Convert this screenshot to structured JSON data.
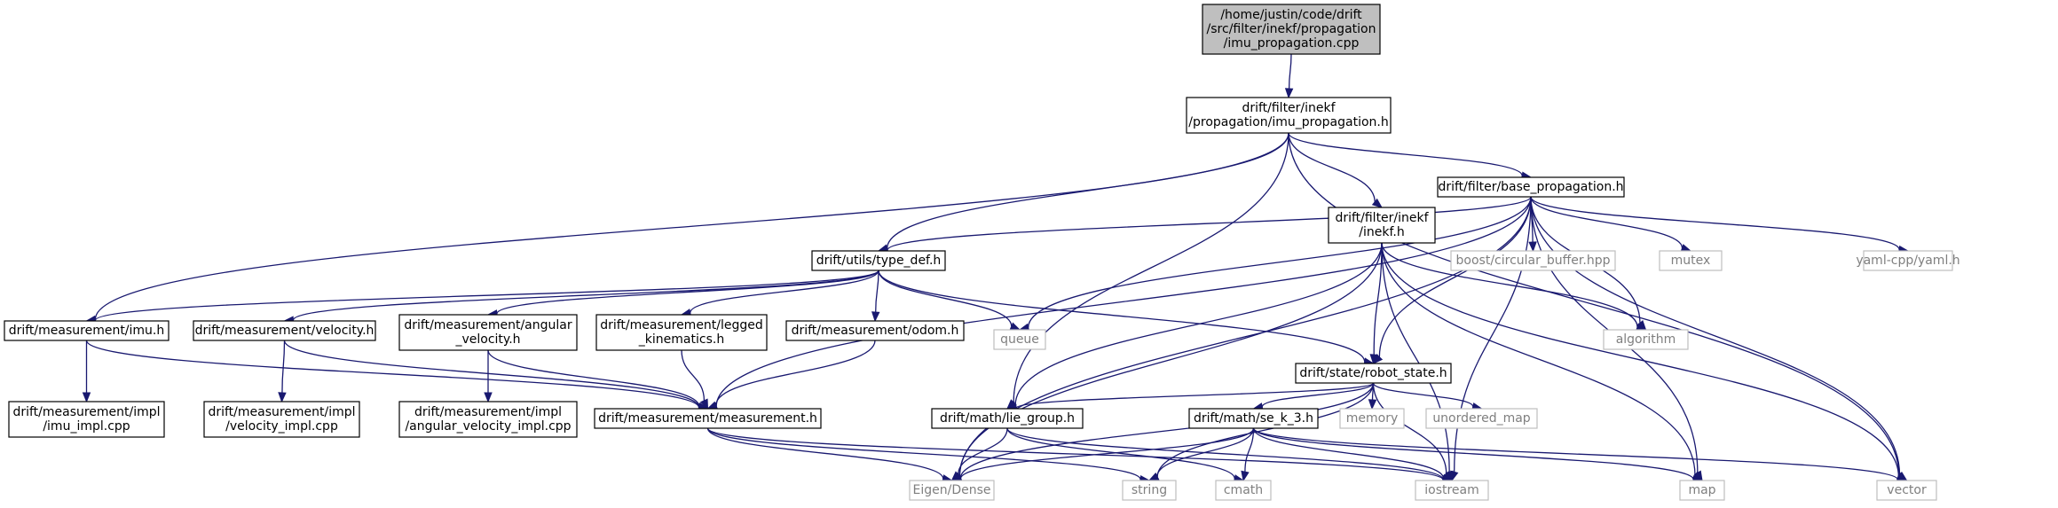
{
  "colors": {
    "edge": "#191970",
    "root_fill": "#bfbfbf",
    "node_border": "#000000",
    "external_border": "#bfbfbf",
    "external_text": "#7f7f7f"
  },
  "nodes": [
    {
      "id": "root",
      "lines": [
        "/home/justin/code/drift",
        "/src/filter/inekf/propagation",
        "/imu_propagation.cpp"
      ],
      "kind": "root"
    },
    {
      "id": "imu_prop_h",
      "lines": [
        "drift/filter/inekf",
        "/propagation/imu_propagation.h"
      ],
      "kind": "file"
    },
    {
      "id": "base_prop_h",
      "lines": [
        "drift/filter/base_propagation.h"
      ],
      "kind": "file"
    },
    {
      "id": "type_def_h",
      "lines": [
        "drift/utils/type_def.h"
      ],
      "kind": "file"
    },
    {
      "id": "inekf_h",
      "lines": [
        "drift/filter/inekf",
        "/inekf.h"
      ],
      "kind": "file"
    },
    {
      "id": "boost_cb",
      "lines": [
        "boost/circular_buffer.hpp"
      ],
      "kind": "external"
    },
    {
      "id": "mutex",
      "lines": [
        "mutex"
      ],
      "kind": "external"
    },
    {
      "id": "yaml",
      "lines": [
        "yaml-cpp/yaml.h"
      ],
      "kind": "external"
    },
    {
      "id": "imu_h",
      "lines": [
        "drift/measurement/imu.h"
      ],
      "kind": "file"
    },
    {
      "id": "velocity_h",
      "lines": [
        "drift/measurement/velocity.h"
      ],
      "kind": "file"
    },
    {
      "id": "ang_vel_h",
      "lines": [
        "drift/measurement/angular",
        "_velocity.h"
      ],
      "kind": "file"
    },
    {
      "id": "legged_h",
      "lines": [
        "drift/measurement/legged",
        "_kinematics.h"
      ],
      "kind": "file"
    },
    {
      "id": "odom_h",
      "lines": [
        "drift/measurement/odom.h"
      ],
      "kind": "file"
    },
    {
      "id": "queue",
      "lines": [
        "queue"
      ],
      "kind": "external"
    },
    {
      "id": "robot_state_h",
      "lines": [
        "drift/state/robot_state.h"
      ],
      "kind": "file"
    },
    {
      "id": "algorithm",
      "lines": [
        "algorithm"
      ],
      "kind": "external"
    },
    {
      "id": "imu_impl",
      "lines": [
        "drift/measurement/impl",
        "/imu_impl.cpp"
      ],
      "kind": "file"
    },
    {
      "id": "vel_impl",
      "lines": [
        "drift/measurement/impl",
        "/velocity_impl.cpp"
      ],
      "kind": "file"
    },
    {
      "id": "angvel_impl",
      "lines": [
        "drift/measurement/impl",
        "/angular_velocity_impl.cpp"
      ],
      "kind": "file"
    },
    {
      "id": "measurement_h",
      "lines": [
        "drift/measurement/measurement.h"
      ],
      "kind": "file"
    },
    {
      "id": "lie_group_h",
      "lines": [
        "drift/math/lie_group.h"
      ],
      "kind": "file"
    },
    {
      "id": "se_k_3_h",
      "lines": [
        "drift/math/se_k_3.h"
      ],
      "kind": "file"
    },
    {
      "id": "memory",
      "lines": [
        "memory"
      ],
      "kind": "external"
    },
    {
      "id": "unordered_map",
      "lines": [
        "unordered_map"
      ],
      "kind": "external"
    },
    {
      "id": "eigen",
      "lines": [
        "Eigen/Dense"
      ],
      "kind": "external"
    },
    {
      "id": "string",
      "lines": [
        "string"
      ],
      "kind": "external"
    },
    {
      "id": "cmath",
      "lines": [
        "cmath"
      ],
      "kind": "external"
    },
    {
      "id": "iostream",
      "lines": [
        "iostream"
      ],
      "kind": "external"
    },
    {
      "id": "map",
      "lines": [
        "map"
      ],
      "kind": "external"
    },
    {
      "id": "vector",
      "lines": [
        "vector"
      ],
      "kind": "external"
    }
  ],
  "edges": [
    [
      "root",
      "imu_prop_h"
    ],
    [
      "imu_prop_h",
      "base_prop_h"
    ],
    [
      "imu_prop_h",
      "type_def_h"
    ],
    [
      "imu_prop_h",
      "inekf_h"
    ],
    [
      "imu_prop_h",
      "imu_h"
    ],
    [
      "imu_prop_h",
      "lie_group_h"
    ],
    [
      "imu_prop_h",
      "vector"
    ],
    [
      "base_prop_h",
      "type_def_h"
    ],
    [
      "base_prop_h",
      "boost_cb"
    ],
    [
      "base_prop_h",
      "mutex"
    ],
    [
      "base_prop_h",
      "yaml"
    ],
    [
      "base_prop_h",
      "queue"
    ],
    [
      "base_prop_h",
      "algorithm"
    ],
    [
      "base_prop_h",
      "robot_state_h"
    ],
    [
      "base_prop_h",
      "measurement_h"
    ],
    [
      "base_prop_h",
      "eigen"
    ],
    [
      "base_prop_h",
      "iostream"
    ],
    [
      "base_prop_h",
      "map"
    ],
    [
      "base_prop_h",
      "vector"
    ],
    [
      "type_def_h",
      "imu_h"
    ],
    [
      "type_def_h",
      "velocity_h"
    ],
    [
      "type_def_h",
      "ang_vel_h"
    ],
    [
      "type_def_h",
      "legged_h"
    ],
    [
      "type_def_h",
      "odom_h"
    ],
    [
      "type_def_h",
      "queue"
    ],
    [
      "type_def_h",
      "robot_state_h"
    ],
    [
      "inekf_h",
      "robot_state_h"
    ],
    [
      "inekf_h",
      "algorithm"
    ],
    [
      "inekf_h",
      "lie_group_h"
    ],
    [
      "inekf_h",
      "eigen"
    ],
    [
      "inekf_h",
      "iostream"
    ],
    [
      "inekf_h",
      "map"
    ],
    [
      "inekf_h",
      "vector"
    ],
    [
      "imu_h",
      "imu_impl"
    ],
    [
      "imu_h",
      "measurement_h"
    ],
    [
      "velocity_h",
      "vel_impl"
    ],
    [
      "velocity_h",
      "measurement_h"
    ],
    [
      "ang_vel_h",
      "angvel_impl"
    ],
    [
      "ang_vel_h",
      "measurement_h"
    ],
    [
      "legged_h",
      "measurement_h"
    ],
    [
      "odom_h",
      "measurement_h"
    ],
    [
      "robot_state_h",
      "lie_group_h"
    ],
    [
      "robot_state_h",
      "se_k_3_h"
    ],
    [
      "robot_state_h",
      "memory"
    ],
    [
      "robot_state_h",
      "unordered_map"
    ],
    [
      "robot_state_h",
      "eigen"
    ],
    [
      "robot_state_h",
      "string"
    ],
    [
      "robot_state_h",
      "iostream"
    ],
    [
      "measurement_h",
      "eigen"
    ],
    [
      "measurement_h",
      "string"
    ],
    [
      "measurement_h",
      "iostream"
    ],
    [
      "lie_group_h",
      "eigen"
    ],
    [
      "lie_group_h",
      "cmath"
    ],
    [
      "lie_group_h",
      "iostream"
    ],
    [
      "se_k_3_h",
      "eigen"
    ],
    [
      "se_k_3_h",
      "string"
    ],
    [
      "se_k_3_h",
      "cmath"
    ],
    [
      "se_k_3_h",
      "iostream"
    ],
    [
      "se_k_3_h",
      "map"
    ],
    [
      "se_k_3_h",
      "vector"
    ]
  ]
}
